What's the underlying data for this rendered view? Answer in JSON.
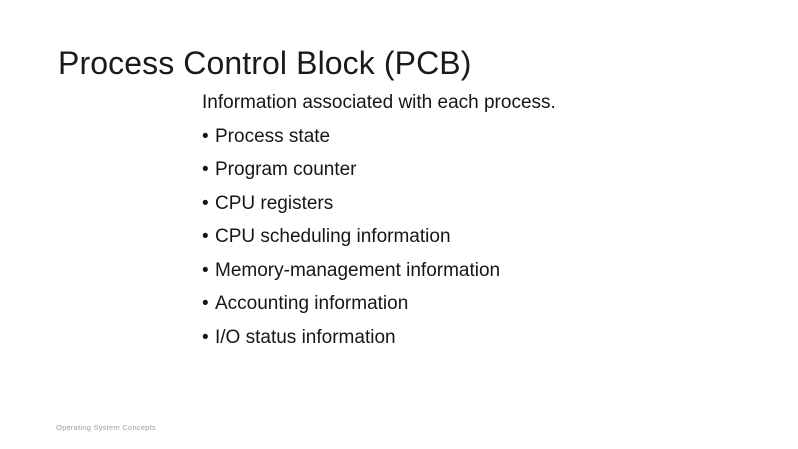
{
  "slide": {
    "title": "Process Control Block (PCB)",
    "lead_text": "Information associated with each process.",
    "bullet_glyph": "•",
    "bullets": [
      {
        "label": "Process state"
      },
      {
        "label": "Program counter"
      },
      {
        "label": "CPU registers"
      },
      {
        "label": "CPU scheduling information"
      },
      {
        "label": "Memory-management information"
      },
      {
        "label": "Accounting information"
      },
      {
        "label": "I/O status information"
      }
    ],
    "footer": "Operating System Concepts",
    "colors": {
      "background": "#ffffff",
      "title_text": "#1a1a1a",
      "body_text": "#161616",
      "footer_text": "#9d9d9d"
    }
  }
}
